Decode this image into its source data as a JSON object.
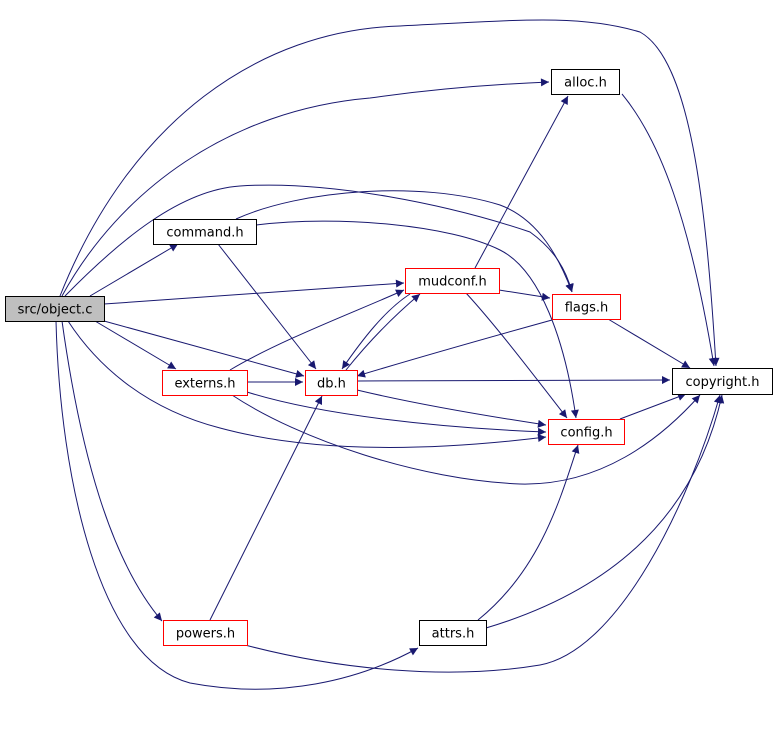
{
  "nodes": [
    {
      "id": "object_c",
      "label": "src/object.c",
      "fill": "#bfbfbf",
      "stroke": "#000000"
    },
    {
      "id": "alloc_h",
      "label": "alloc.h",
      "fill": "#ffffff",
      "stroke": "#000000"
    },
    {
      "id": "command_h",
      "label": "command.h",
      "fill": "#ffffff",
      "stroke": "#000000"
    },
    {
      "id": "mudconf_h",
      "label": "mudconf.h",
      "fill": "#ffffff",
      "stroke": "#ff0000"
    },
    {
      "id": "flags_h",
      "label": "flags.h",
      "fill": "#ffffff",
      "stroke": "#ff0000"
    },
    {
      "id": "externs_h",
      "label": "externs.h",
      "fill": "#ffffff",
      "stroke": "#ff0000"
    },
    {
      "id": "db_h",
      "label": "db.h",
      "fill": "#ffffff",
      "stroke": "#ff0000"
    },
    {
      "id": "copyright_h",
      "label": "copyright.h",
      "fill": "#ffffff",
      "stroke": "#000000"
    },
    {
      "id": "config_h",
      "label": "config.h",
      "fill": "#ffffff",
      "stroke": "#ff0000"
    },
    {
      "id": "powers_h",
      "label": "powers.h",
      "fill": "#ffffff",
      "stroke": "#ff0000"
    },
    {
      "id": "attrs_h",
      "label": "attrs.h",
      "fill": "#ffffff",
      "stroke": "#000000"
    }
  ],
  "edges": [
    {
      "from": "object_c",
      "to": "copyright_h"
    },
    {
      "from": "object_c",
      "to": "alloc_h"
    },
    {
      "from": "object_c",
      "to": "command_h"
    },
    {
      "from": "object_c",
      "to": "mudconf_h"
    },
    {
      "from": "object_c",
      "to": "flags_h"
    },
    {
      "from": "object_c",
      "to": "externs_h"
    },
    {
      "from": "object_c",
      "to": "db_h"
    },
    {
      "from": "object_c",
      "to": "config_h"
    },
    {
      "from": "object_c",
      "to": "powers_h"
    },
    {
      "from": "object_c",
      "to": "attrs_h"
    },
    {
      "from": "alloc_h",
      "to": "copyright_h"
    },
    {
      "from": "command_h",
      "to": "db_h"
    },
    {
      "from": "command_h",
      "to": "flags_h"
    },
    {
      "from": "command_h",
      "to": "config_h"
    },
    {
      "from": "mudconf_h",
      "to": "alloc_h"
    },
    {
      "from": "mudconf_h",
      "to": "flags_h"
    },
    {
      "from": "mudconf_h",
      "to": "db_h"
    },
    {
      "from": "mudconf_h",
      "to": "config_h"
    },
    {
      "from": "db_h",
      "to": "mudconf_h"
    },
    {
      "from": "db_h",
      "to": "copyright_h"
    },
    {
      "from": "db_h",
      "to": "config_h"
    },
    {
      "from": "flags_h",
      "to": "copyright_h"
    },
    {
      "from": "flags_h",
      "to": "db_h"
    },
    {
      "from": "externs_h",
      "to": "mudconf_h"
    },
    {
      "from": "externs_h",
      "to": "db_h"
    },
    {
      "from": "externs_h",
      "to": "config_h"
    },
    {
      "from": "externs_h",
      "to": "copyright_h"
    },
    {
      "from": "config_h",
      "to": "copyright_h"
    },
    {
      "from": "powers_h",
      "to": "db_h"
    },
    {
      "from": "powers_h",
      "to": "copyright_h"
    },
    {
      "from": "attrs_h",
      "to": "config_h"
    },
    {
      "from": "attrs_h",
      "to": "copyright_h"
    }
  ],
  "colors": {
    "edge": "#191970",
    "root_fill": "#bfbfbf"
  }
}
